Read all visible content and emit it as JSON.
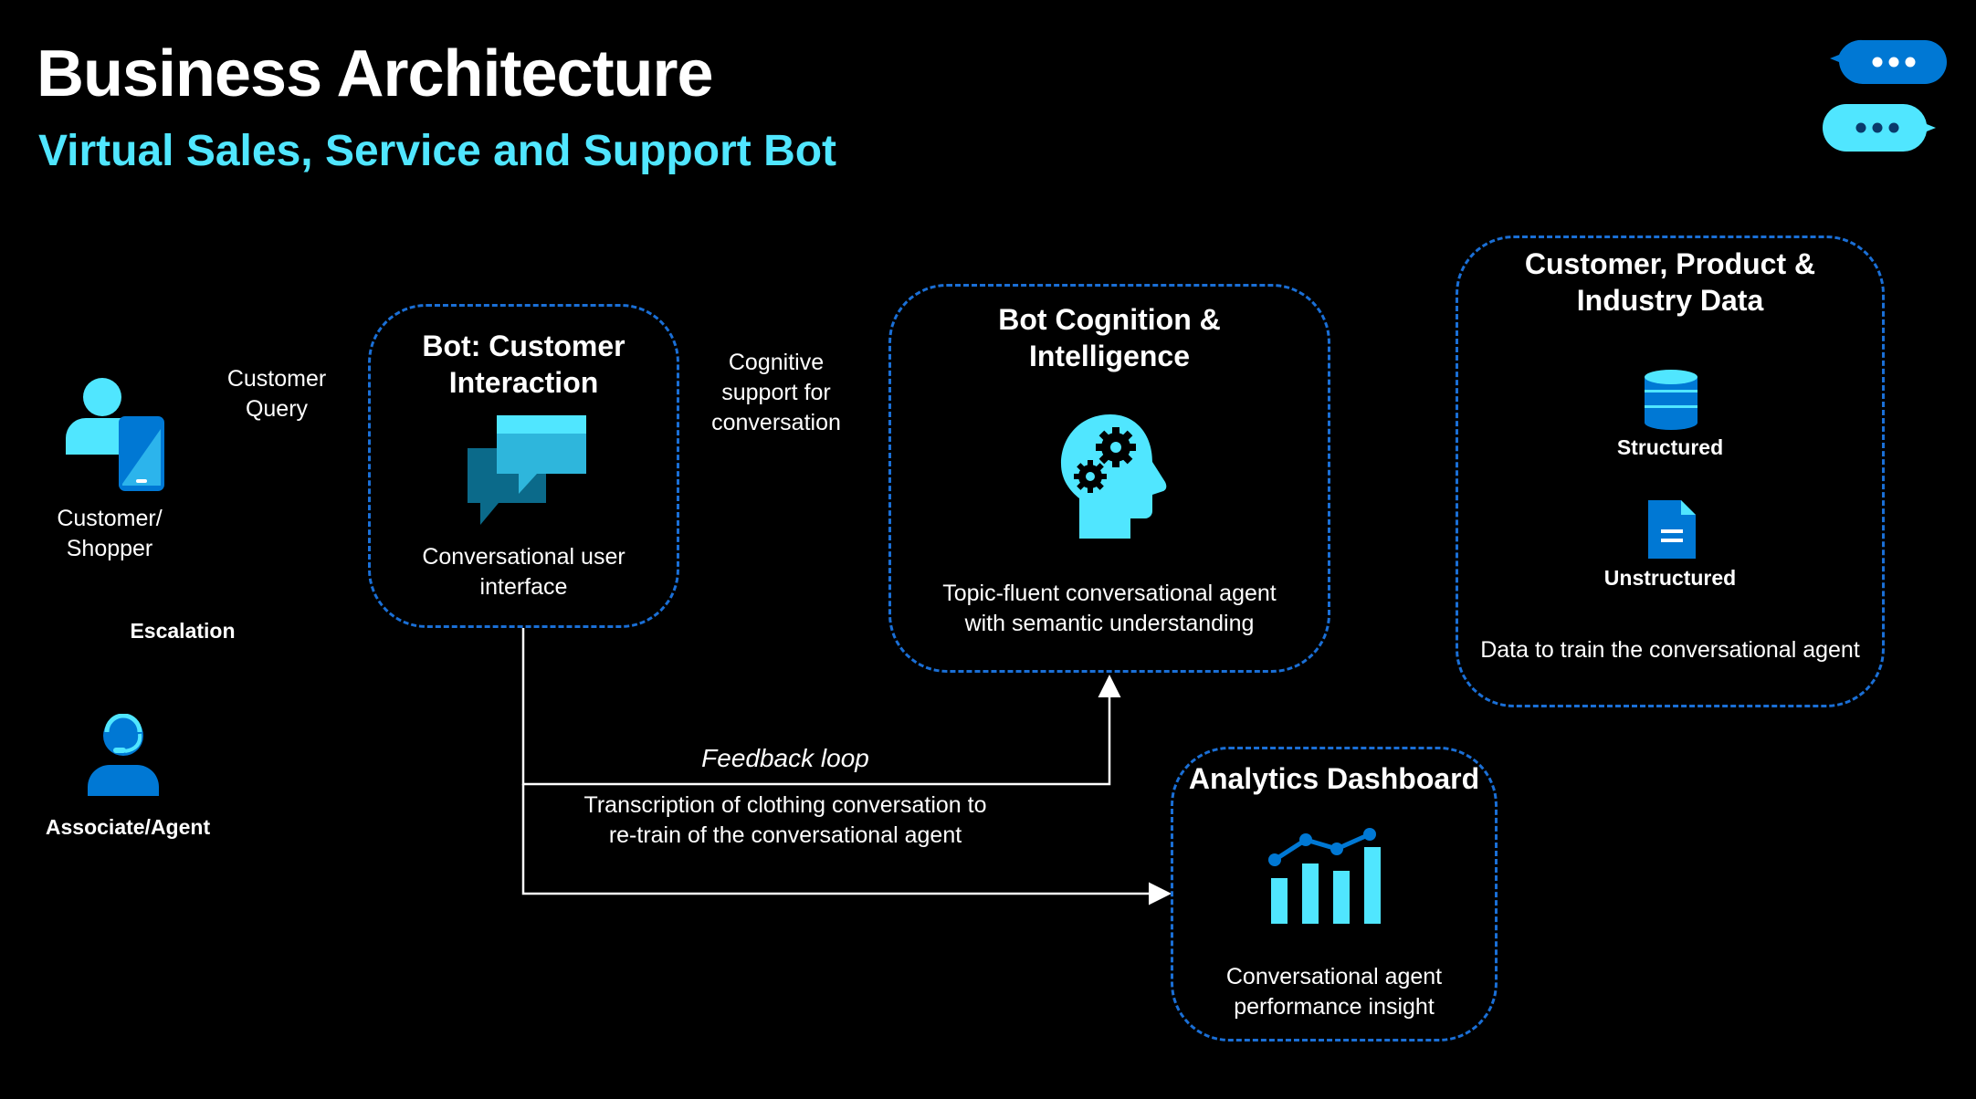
{
  "header": {
    "title": "Business Architecture",
    "subtitle": "Virtual Sales, Service and Support Bot"
  },
  "actors": {
    "customer_label": "Customer/\nShopper",
    "agent_label": "Associate/Agent",
    "escalation_label": "Escalation"
  },
  "flows": {
    "customer_query": "Customer\nQuery",
    "cognitive_support": "Cognitive\nsupport for\nconversation",
    "feedback_loop": "Feedback loop",
    "transcription": "Transcription of clothing conversation to\nre-train of the conversational agent"
  },
  "boxes": {
    "bot_interaction": {
      "title": "Bot: Customer\nInteraction",
      "description": "Conversational user\ninterface"
    },
    "bot_cognition": {
      "title": "Bot Cognition &\nIntelligence",
      "description": "Topic-fluent conversational agent\nwith semantic understanding"
    },
    "data": {
      "title": "Customer, Product &\nIndustry Data",
      "structured_label": "Structured",
      "unstructured_label": "Unstructured",
      "description": "Data to train the conversational agent"
    },
    "analytics": {
      "title": "Analytics Dashboard",
      "description": "Conversational agent\nperformance insight"
    }
  },
  "icons": {
    "customer": "person-with-phone-icon",
    "agent": "person-with-headset-icon",
    "chat": "chat-bubbles-icon",
    "brain": "head-with-gears-icon",
    "database": "database-icon",
    "document": "document-icon",
    "chart": "bar-line-chart-icon",
    "corner": "speech-bubbles-icon"
  },
  "colors": {
    "background": "#000000",
    "accent_cyan": "#50e6ff",
    "accent_blue": "#0078d4",
    "dashed_border": "#1a6fd6"
  }
}
